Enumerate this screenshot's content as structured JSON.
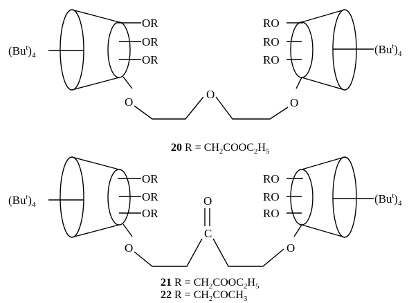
{
  "labels": {
    "or": "OR",
    "ro": "RO",
    "o": "O",
    "c": "C",
    "bu_prefix": "(Bu",
    "bu_sup": "t",
    "bu_close": ")",
    "bu_sub": "4"
  },
  "captions": {
    "c20": {
      "number": "20",
      "text_a": " R = CH",
      "sub_a": "2",
      "text_b": "COOC",
      "sub_b": "2",
      "text_c": "H",
      "sub_c": "5"
    },
    "c21": {
      "number": "21",
      "text_a": " R = CH",
      "sub_a": "2",
      "text_b": "COOC",
      "sub_b": "2",
      "text_c": "H",
      "sub_c": "5"
    },
    "c22": {
      "number": "22",
      "text_a": " R = CH",
      "sub_a": "2",
      "text_b": "COCH",
      "sub_b": "3"
    }
  }
}
